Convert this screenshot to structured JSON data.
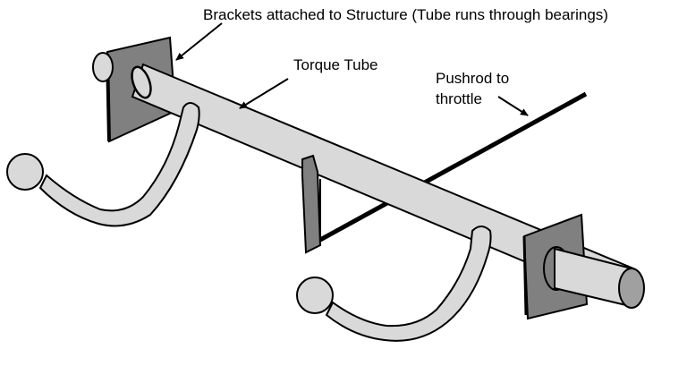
{
  "labels": {
    "brackets": "Brackets attached to Structure (Tube runs through bearings)",
    "torque_tube": "Torque Tube",
    "pushrod_line1": "Pushrod to",
    "pushrod_line2": "throttle"
  },
  "colors": {
    "tube_fill": "#d9d9d9",
    "bracket_fill": "#808080",
    "outline": "#000000",
    "background": "#ffffff"
  }
}
